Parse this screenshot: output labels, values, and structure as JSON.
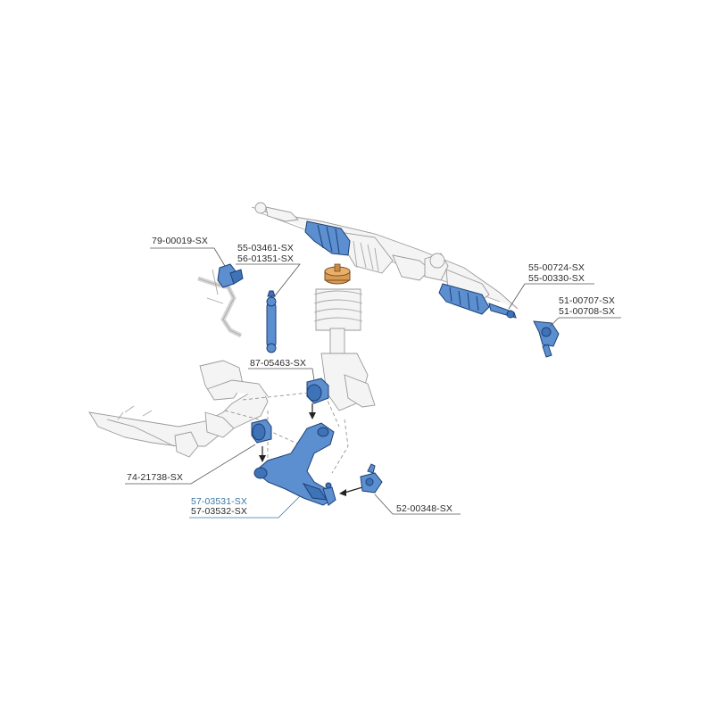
{
  "parts": {
    "p79_00019": "79-00019-SX",
    "p55_03461": "55-03461-SX",
    "p56_01351": "56-01351-SX",
    "p55_00724": "55-00724-SX",
    "p55_00330": "55-00330-SX",
    "p51_00707": "51-00707-SX",
    "p51_00708": "51-00708-SX",
    "p87_05463": "87-05463-SX",
    "p74_21738": "74-21738-SX",
    "p57_03531": "57-03531-SX",
    "p57_03532": "57-03532-SX",
    "p52_00348": "52-00348-SX"
  },
  "colors": {
    "part_fill": "#5b8fd0",
    "part_outline": "#1e3f73",
    "highlight_label": "#3a78a8"
  }
}
